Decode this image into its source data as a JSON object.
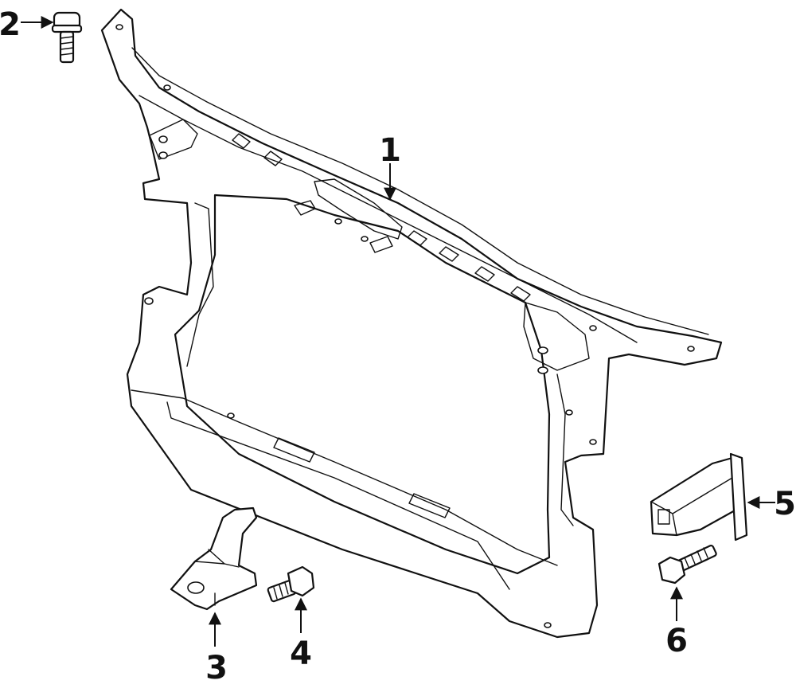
{
  "diagram": {
    "callouts": [
      {
        "id": "1",
        "label": "1"
      },
      {
        "id": "2",
        "label": "2"
      },
      {
        "id": "3",
        "label": "3"
      },
      {
        "id": "4",
        "label": "4"
      },
      {
        "id": "5",
        "label": "5"
      },
      {
        "id": "6",
        "label": "6"
      }
    ],
    "line_color": "#111111",
    "background": "#ffffff"
  }
}
